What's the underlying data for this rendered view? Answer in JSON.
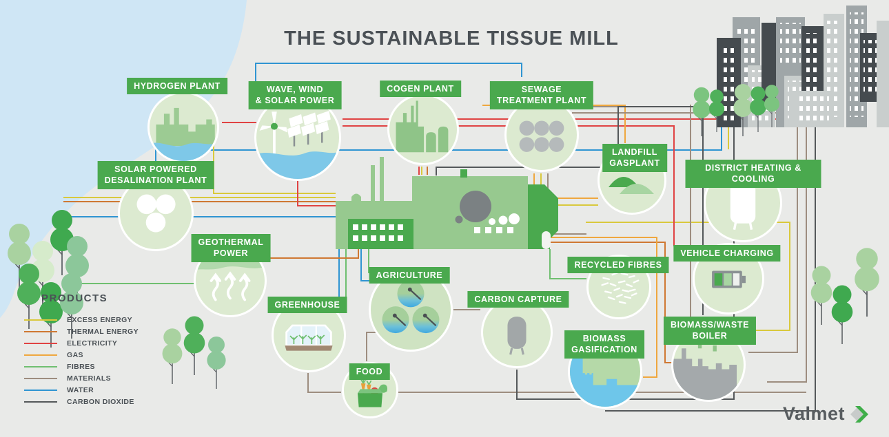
{
  "title": "THE SUSTAINABLE TISSUE MILL",
  "brand": {
    "name": "Valmet"
  },
  "legend": {
    "heading": "PRODUCTS",
    "items": [
      {
        "label": "EXCESS ENERGY",
        "color": "#d9c93c"
      },
      {
        "label": "THERMAL ENERGY",
        "color": "#cf7832"
      },
      {
        "label": "ELECTRICITY",
        "color": "#e04343"
      },
      {
        "label": "GAS",
        "color": "#efa73e"
      },
      {
        "label": "FIBRES",
        "color": "#6fbf70"
      },
      {
        "label": "MATERIALS",
        "color": "#9d8d7f"
      },
      {
        "label": "WATER",
        "color": "#2f95d2"
      },
      {
        "label": "CARBON DIOXIDE",
        "color": "#54585a"
      }
    ]
  },
  "facilities": [
    {
      "id": "hydrogen-plant",
      "label": "HYDROGEN PLANT"
    },
    {
      "id": "wave-wind-solar-power",
      "label": "WAVE, WIND\n& SOLAR POWER"
    },
    {
      "id": "cogen-plant",
      "label": "COGEN PLANT"
    },
    {
      "id": "sewage-treatment-plant",
      "label": "SEWAGE\nTREATMENT PLANT"
    },
    {
      "id": "solar-desalination",
      "label": "SOLAR POWERED\nDESALINATION PLANT"
    },
    {
      "id": "landfill-gasplant",
      "label": "LANDFILL\nGASPLANT"
    },
    {
      "id": "district-heating",
      "label": "DISTRICT HEATING & COOLING"
    },
    {
      "id": "geothermal-power",
      "label": "GEOTHERMAL\nPOWER"
    },
    {
      "id": "recycled-fibres",
      "label": "RECYCLED FIBRES"
    },
    {
      "id": "vehicle-charging",
      "label": "VEHICLE CHARGING"
    },
    {
      "id": "agriculture",
      "label": "AGRICULTURE"
    },
    {
      "id": "greenhouse",
      "label": "GREENHOUSE"
    },
    {
      "id": "carbon-capture",
      "label": "CARBON CAPTURE"
    },
    {
      "id": "biomass-gasification",
      "label": "BIOMASS\nGASIFICATION"
    },
    {
      "id": "biomass-waste-boiler",
      "label": "BIOMASS/WASTE\nBOILER"
    },
    {
      "id": "food",
      "label": "FOOD"
    }
  ],
  "colors": {
    "accent_green": "#4aa94e",
    "background": "#e9eae8",
    "water_blob": "#cfe6f5",
    "title_text": "#4b5156"
  }
}
